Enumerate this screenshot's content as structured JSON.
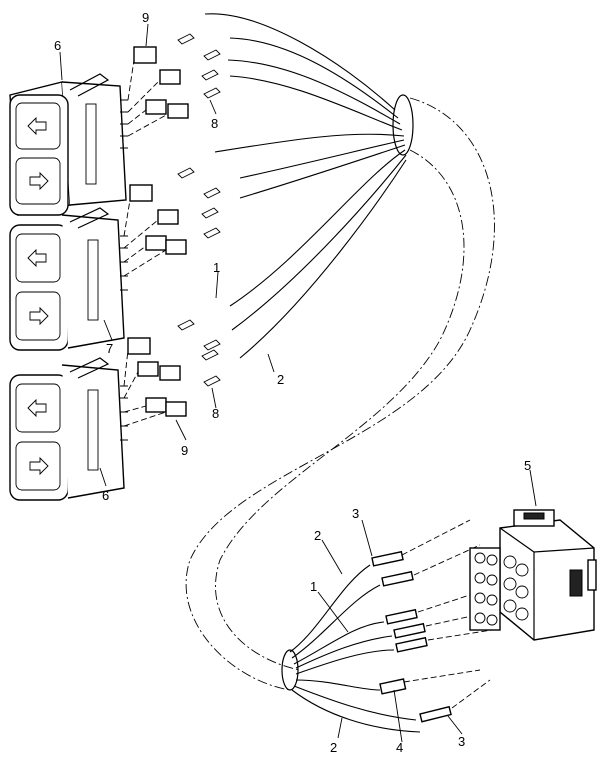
{
  "callouts": {
    "c1_top": "1",
    "c1_bottom": "1",
    "c2_mid": "2",
    "c2_upper_left": "2",
    "c2_bottom": "2",
    "c3_top": "3",
    "c3_bottom": "3",
    "c4": "4",
    "c5": "5",
    "c6_top": "6",
    "c6_bottom": "6",
    "c7": "7",
    "c8_top": "8",
    "c8_mid": "8",
    "c9_top": "9",
    "c9_bottom": "9"
  }
}
